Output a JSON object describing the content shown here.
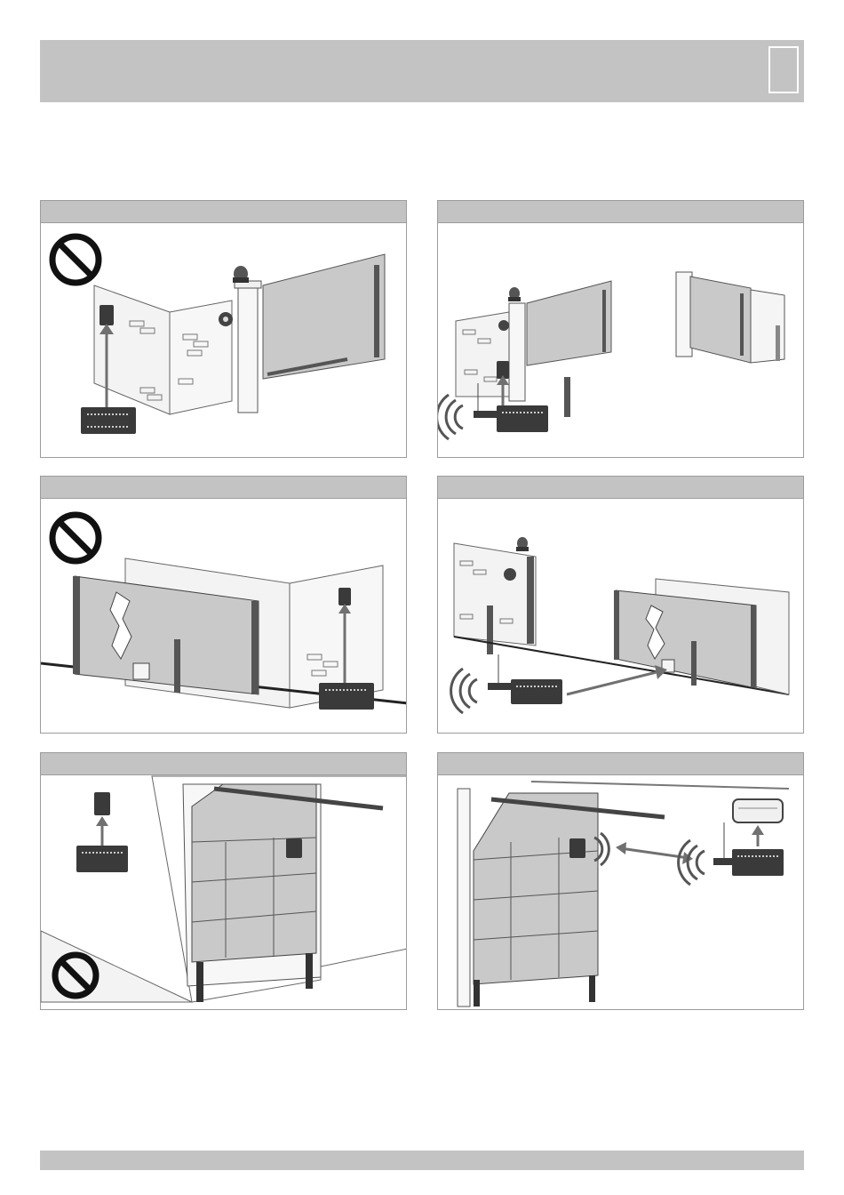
{
  "page": {
    "colors": {
      "header_bar": "#c3c3c3",
      "panel_border": "#9c9c9c",
      "wall": "#f3f3f3",
      "gate_fill": "#c9c9c9",
      "device": "#3a3a3a",
      "arrow": "#707070"
    }
  },
  "panels": [
    {
      "id": "swing-gate-wired",
      "prohibited": true,
      "icons": [
        "prohibition-icon",
        "receiver-box-icon",
        "control-board-icon",
        "flashing-light-icon",
        "key-switch-icon"
      ]
    },
    {
      "id": "swing-gate-wireless",
      "prohibited": false,
      "icons": [
        "receiver-box-icon",
        "control-board-icon",
        "antenna-icon",
        "radio-waves-icon",
        "photocell-post-icon"
      ]
    },
    {
      "id": "sliding-gate-wired",
      "prohibited": true,
      "icons": [
        "prohibition-icon",
        "receiver-box-icon",
        "control-board-icon",
        "photocell-post-icon"
      ]
    },
    {
      "id": "sliding-gate-wireless",
      "prohibited": false,
      "icons": [
        "control-board-icon",
        "antenna-icon",
        "radio-waves-icon",
        "photocell-post-icon",
        "flashing-light-icon"
      ]
    },
    {
      "id": "garage-door-wired",
      "prohibited": true,
      "icons": [
        "prohibition-icon",
        "receiver-box-icon",
        "control-board-icon"
      ]
    },
    {
      "id": "garage-door-wireless",
      "prohibited": false,
      "icons": [
        "receiver-box-icon",
        "control-board-icon",
        "antenna-icon",
        "radio-waves-icon",
        "double-arrow-icon",
        "courtesy-light-icon"
      ]
    }
  ]
}
